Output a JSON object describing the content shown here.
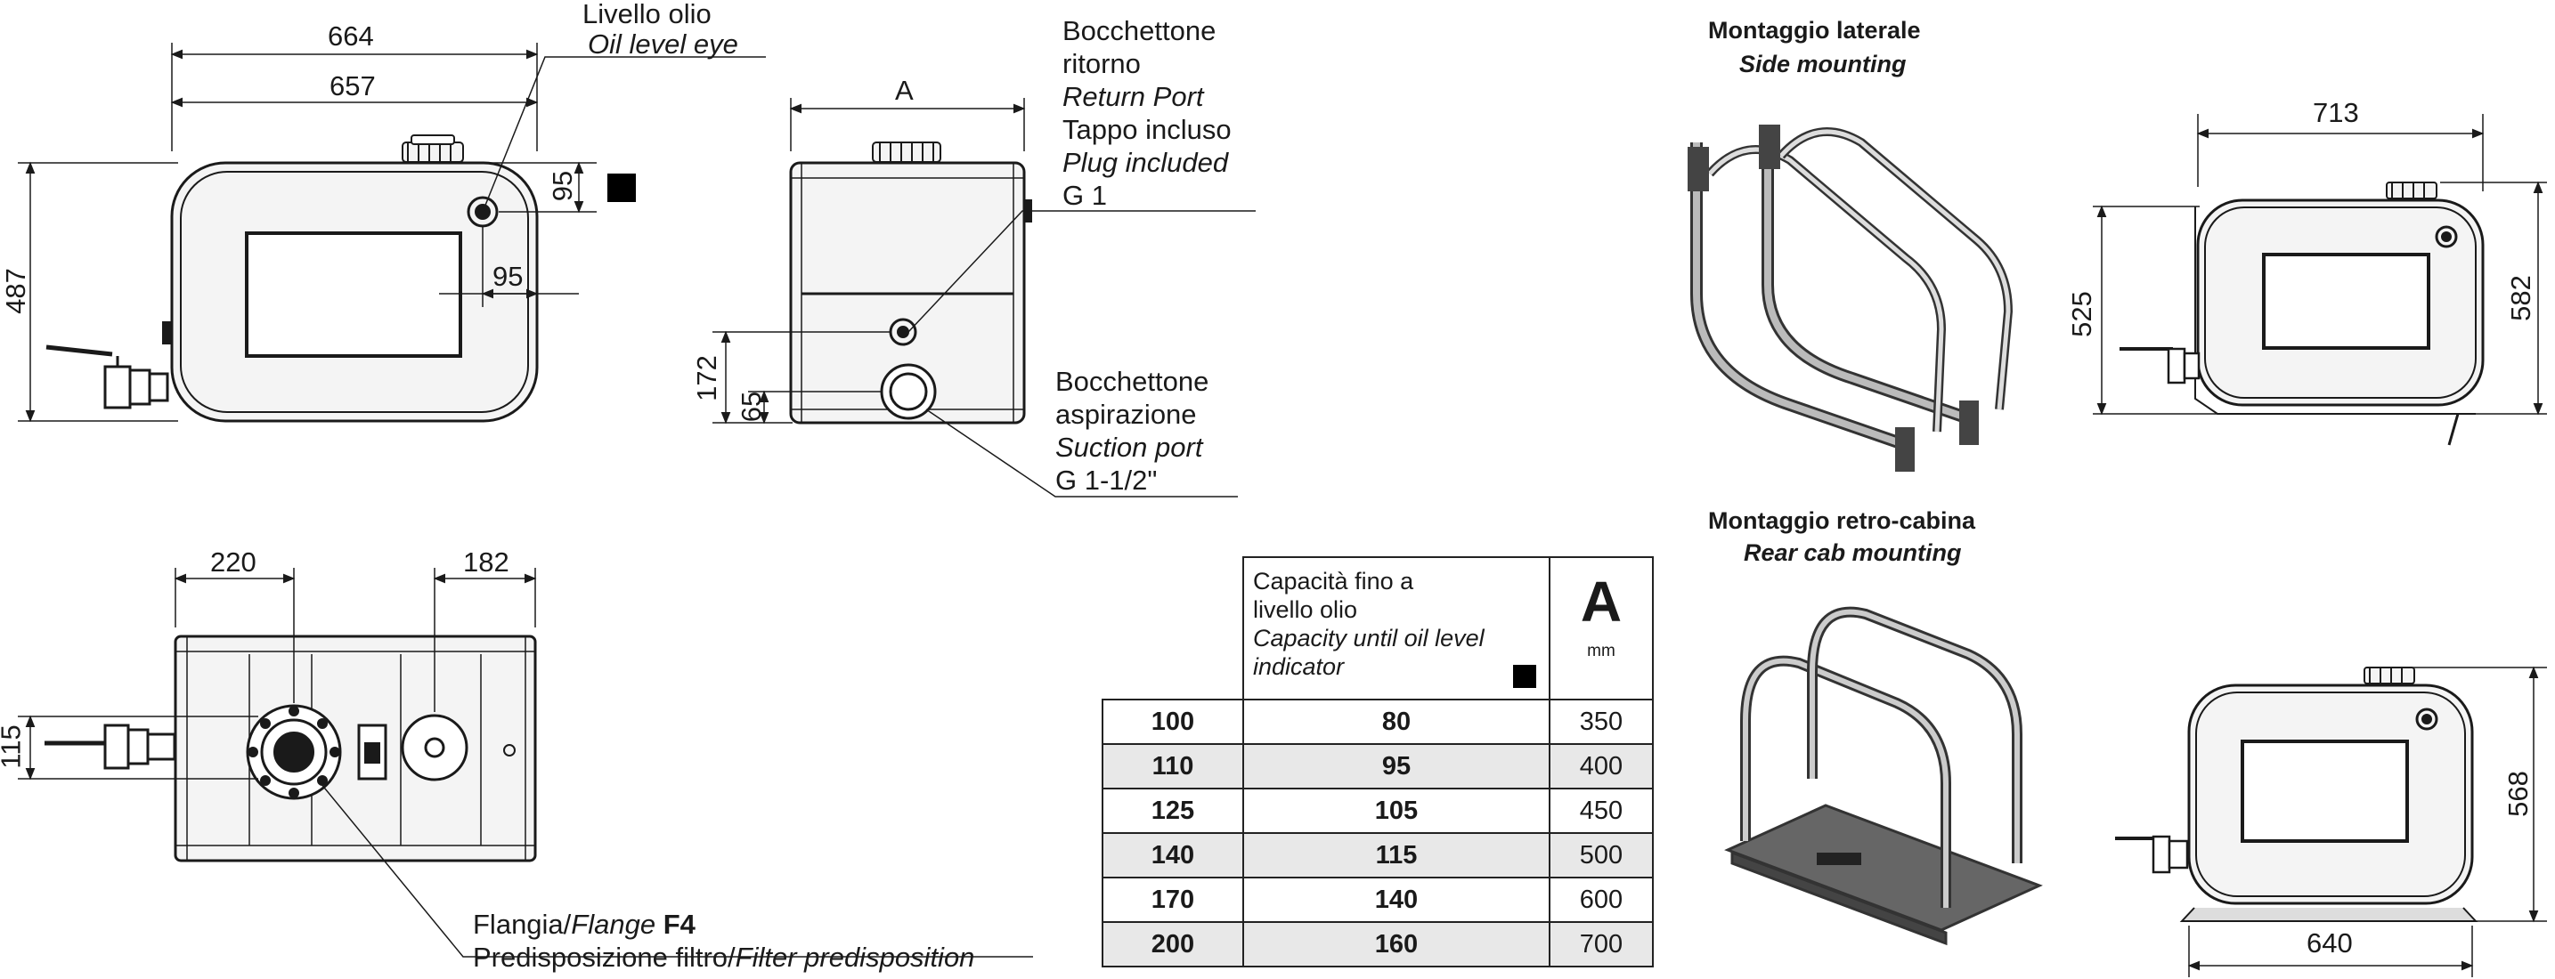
{
  "colors": {
    "ink": "#1a1a1a",
    "body": "#f4f4f4",
    "screen": "#ffffff",
    "row_alt": "#e8e8e8",
    "marker": "#000000"
  },
  "front_view": {
    "dims": {
      "width_outer": "664",
      "width_inner": "657",
      "height": "487",
      "eye_v": "95",
      "eye_h": "95"
    },
    "callout_it": "Livello olio",
    "callout_en": "Oil level eye"
  },
  "side_view": {
    "dims": {
      "a": "A",
      "h172": "172",
      "h65": "65"
    },
    "return_port": {
      "it": "Bocchettone",
      "it2": "ritorno",
      "en": "Return Port",
      "plug_it": "Tappo incluso",
      "plug_en": "Plug included",
      "size": "G 1"
    },
    "suction_port": {
      "it": "Bocchettone",
      "it2": "aspirazione",
      "en": "Suction port",
      "size": "G 1-1/2\""
    }
  },
  "top_view": {
    "dims": {
      "d220": "220",
      "d182": "182",
      "d115": "115"
    },
    "flange_it": "Flangia/",
    "flange_en": "Flange ",
    "flange_code": "F4",
    "filter_it": "Predisposizione filtro/",
    "filter_en": "Filter predisposition"
  },
  "capacity_table": {
    "header_it_1": "Capacità fino a",
    "header_it_2": "livello olio",
    "header_en_1": "Capacity until oil level",
    "header_en_2": "indicator",
    "col_a": "A",
    "col_a_unit": "mm",
    "rows": [
      {
        "model": "100",
        "capacity": "80",
        "a": "350"
      },
      {
        "model": "110",
        "capacity": "95",
        "a": "400"
      },
      {
        "model": "125",
        "capacity": "105",
        "a": "450"
      },
      {
        "model": "140",
        "capacity": "115",
        "a": "500"
      },
      {
        "model": "170",
        "capacity": "140",
        "a": "600"
      },
      {
        "model": "200",
        "capacity": "160",
        "a": "700"
      }
    ]
  },
  "side_mounting": {
    "title_it": "Montaggio laterale",
    "title_en": "Side mounting",
    "dims": {
      "w713": "713",
      "h525": "525",
      "h582": "582"
    }
  },
  "rear_mounting": {
    "title_it": "Montaggio retro-cabina",
    "title_en": "Rear cab mounting",
    "dims": {
      "h568": "568",
      "w640": "640"
    }
  }
}
